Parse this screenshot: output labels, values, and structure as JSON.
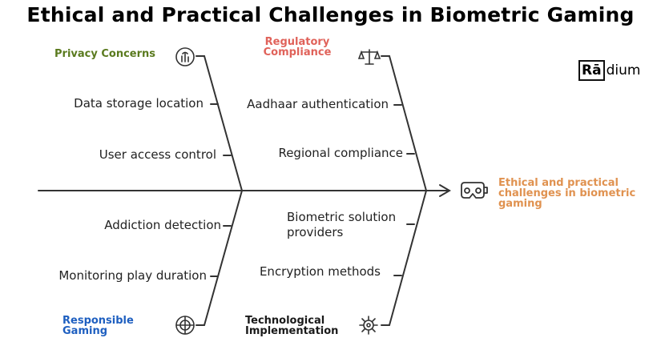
{
  "title": "Ethical and Practical Challenges in Biometric Gaming",
  "effect": {
    "label": "Ethical and practical challenges in biometric gaming",
    "icon": "vr-headset-icon",
    "color": "#E09250"
  },
  "logo": {
    "boxed": "Rā",
    "rest": "dium"
  },
  "categories": {
    "privacy": {
      "label": "Privacy Concerns",
      "color": "#5A7A1E",
      "icon": "fingerprint-touch-icon",
      "causes": [
        "Data storage location",
        "User access control"
      ]
    },
    "regulatory": {
      "label": "Regulatory Compliance",
      "color": "#E0625A",
      "icon": "scales-icon",
      "causes": [
        "Aadhaar authentication",
        "Regional compliance"
      ]
    },
    "responsible": {
      "label": "Responsible Gaming",
      "color": "#1E5FC0",
      "icon": "gamepad-dial-icon",
      "causes": [
        "Addiction detection",
        "Monitoring play duration"
      ]
    },
    "technological": {
      "label": "Technological Implementation",
      "color": "#1A1A1A",
      "icon": "gear-icon",
      "causes": [
        "Biometric solution providers",
        "Encryption methods"
      ]
    }
  }
}
